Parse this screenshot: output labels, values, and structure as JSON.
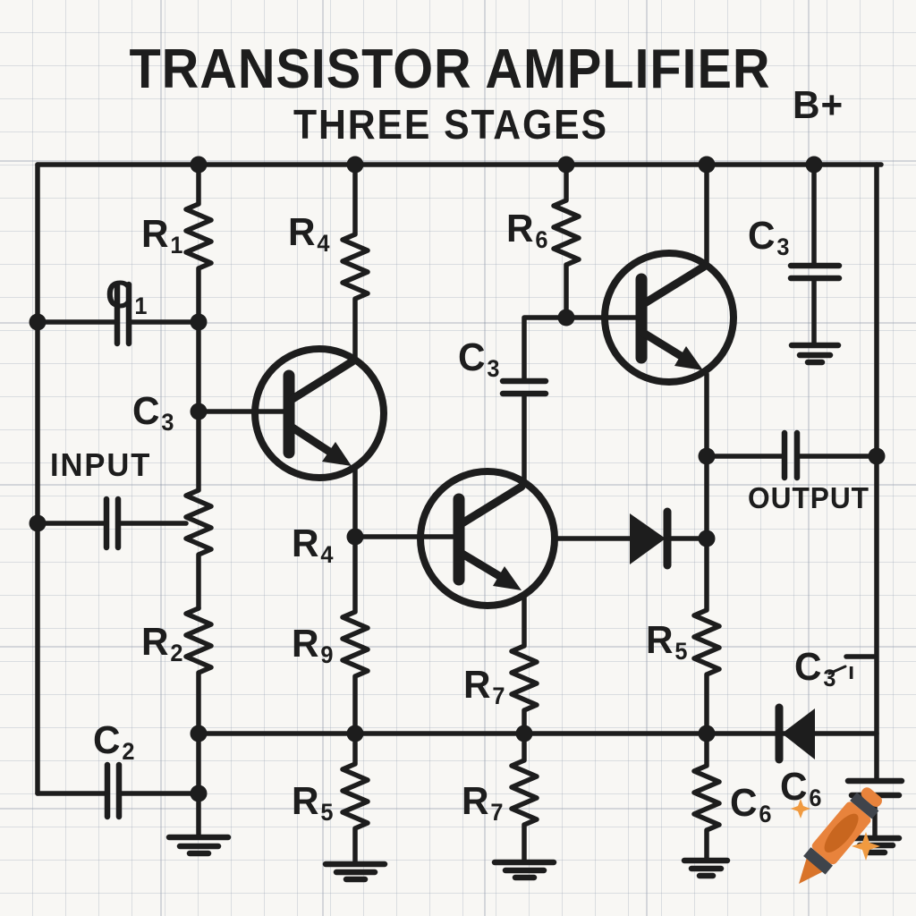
{
  "title": {
    "line1": "TRANSISTOR AMPLIFIER",
    "line2": "THREE STAGES"
  },
  "power_label": "B+",
  "io": {
    "input": "INPUT",
    "output": "OUTPUT"
  },
  "component_labels": {
    "r1": {
      "base": "R",
      "sub": "1"
    },
    "c1": {
      "base": "C",
      "sub": "1"
    },
    "c3_q1_base": {
      "base": "C",
      "sub": "3"
    },
    "r2": {
      "base": "R",
      "sub": "2"
    },
    "c2": {
      "base": "C",
      "sub": "2"
    },
    "r4_top": {
      "base": "R",
      "sub": "4"
    },
    "r4_mid": {
      "base": "R",
      "sub": "4"
    },
    "r9": {
      "base": "R",
      "sub": "9"
    },
    "r5_bottom": {
      "base": "R",
      "sub": "5"
    },
    "r6": {
      "base": "R",
      "sub": "6"
    },
    "c3_mid": {
      "base": "C",
      "sub": "3"
    },
    "r7_mid": {
      "base": "R",
      "sub": "7"
    },
    "r7_bottom": {
      "base": "R",
      "sub": "7"
    },
    "r5_right": {
      "base": "R",
      "sub": "5"
    },
    "c3_top_right": {
      "base": "C",
      "sub": "3"
    },
    "c3_right": {
      "base": "C",
      "sub": "3",
      "suffix": "ı"
    },
    "c6_left": {
      "base": "C",
      "sub": "6"
    },
    "c6_right": {
      "base": "C",
      "sub": "6"
    }
  },
  "colors": {
    "ink": "#1d1d1d",
    "paper": "#f8f7f4",
    "grid_line": "#cdd3db",
    "crayon_orange": "#e8833c",
    "crayon_tip": "#d9742a",
    "crayon_band": "#3f444b",
    "crayon_shade": "#c8661f",
    "sparkle": "#f09a40"
  },
  "decorations": {
    "crayon": "orange-crayon-icon",
    "sparkles": "sparkle-icon"
  }
}
